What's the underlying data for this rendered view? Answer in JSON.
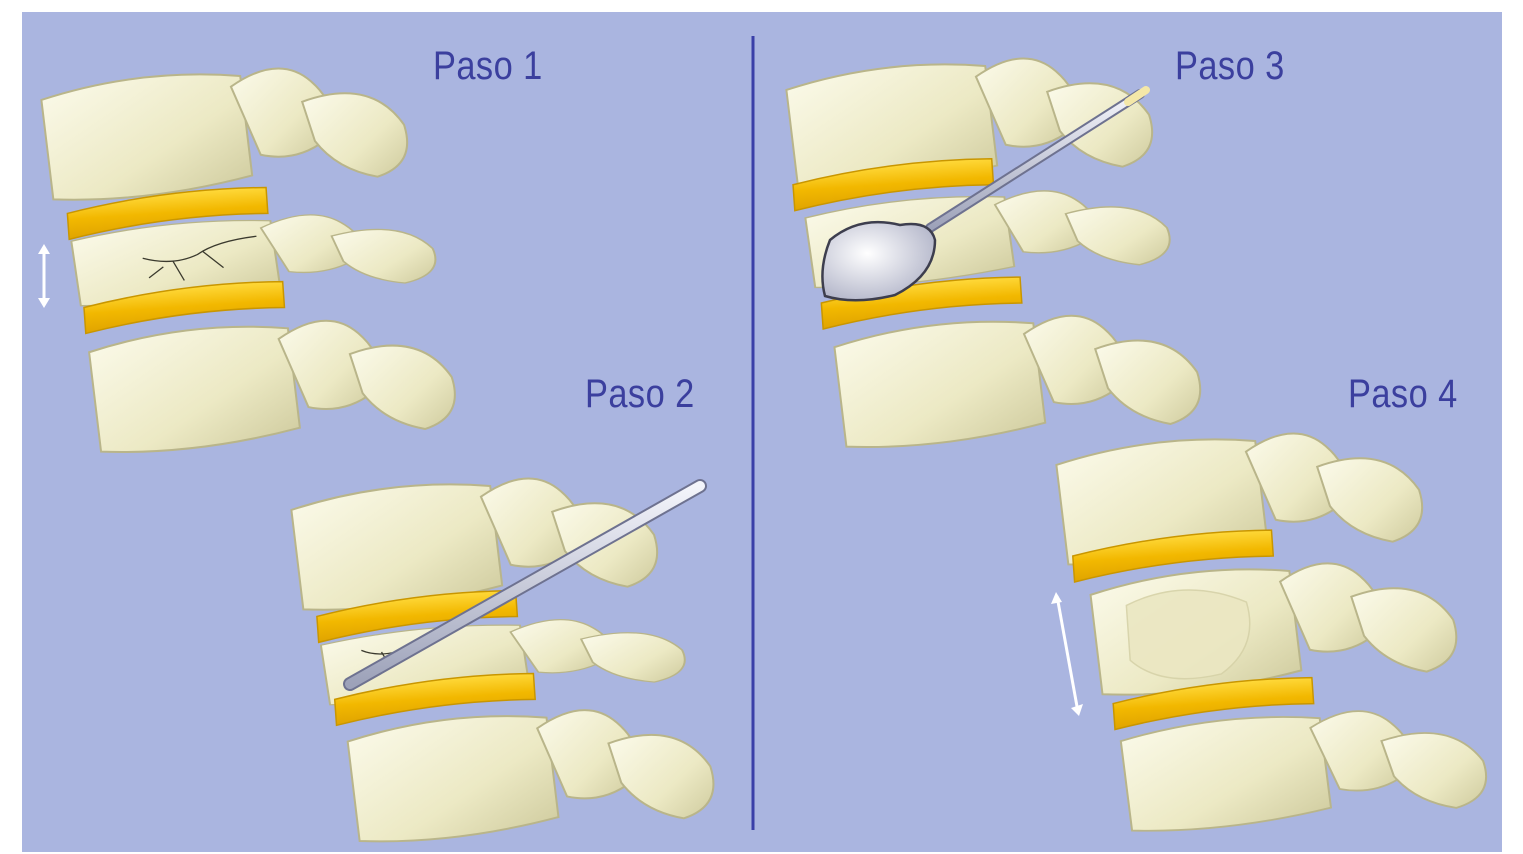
{
  "steps": [
    {
      "label": "Paso 1"
    },
    {
      "label": "Paso 2"
    },
    {
      "label": "Paso 3"
    },
    {
      "label": "Paso 4"
    }
  ],
  "colors": {
    "background": "#aab5e0",
    "divider": "#3a3fa8",
    "bone": "#f3f1d4",
    "bone_shadow": "#c9c6a0",
    "disc": "#f5c400",
    "instrument": "#c9ccd8",
    "label": "#3b3f9e"
  }
}
